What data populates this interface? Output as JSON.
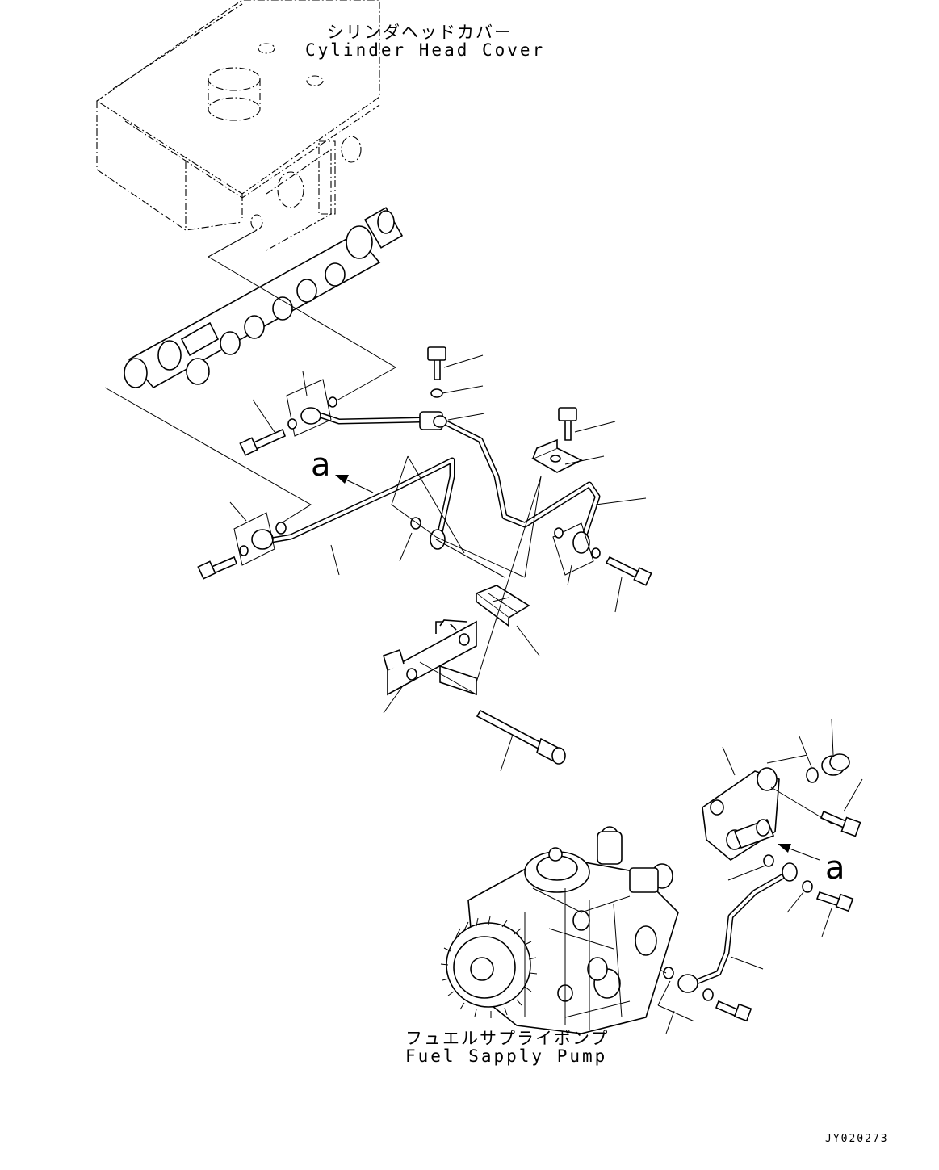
{
  "labels": {
    "cylinder_head_cover_jp": "シリンダヘッドカバー",
    "cylinder_head_cover_en": "Cylinder Head Cover",
    "fuel_supply_pump_jp": "フュエルサプライポンプ",
    "fuel_supply_pump_en": "Fuel Sapply Pump",
    "view_ref_upper": "a",
    "view_ref_lower": "a",
    "drawing_code": "JY020273"
  }
}
